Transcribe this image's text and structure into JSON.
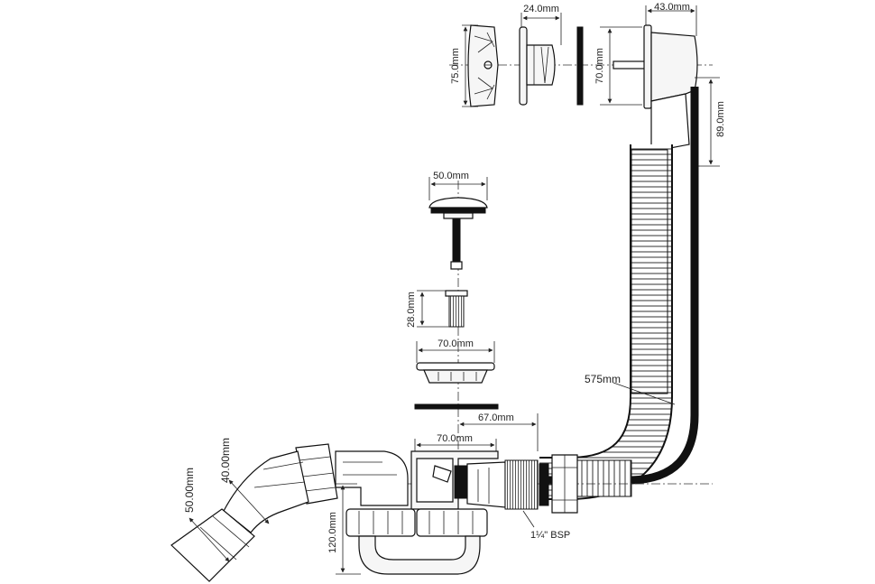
{
  "dimensions": {
    "cap_height": "75.0mm",
    "flange_width": "24.0mm",
    "plate_height": "70.0mm",
    "body_width": "43.0mm",
    "drop_length": "89.0mm",
    "plug_diameter": "50.0mm",
    "strainer_height": "28.0mm",
    "seat_diameter": "70.0mm",
    "offset": "67.0mm",
    "outlet_diameter": "70.0mm",
    "hose_length": "575mm",
    "thread": "1¼\" BSP",
    "trap_depth": "120.0mm",
    "pipe_inner": "40.00mm",
    "pipe_outer": "50.00mm"
  }
}
